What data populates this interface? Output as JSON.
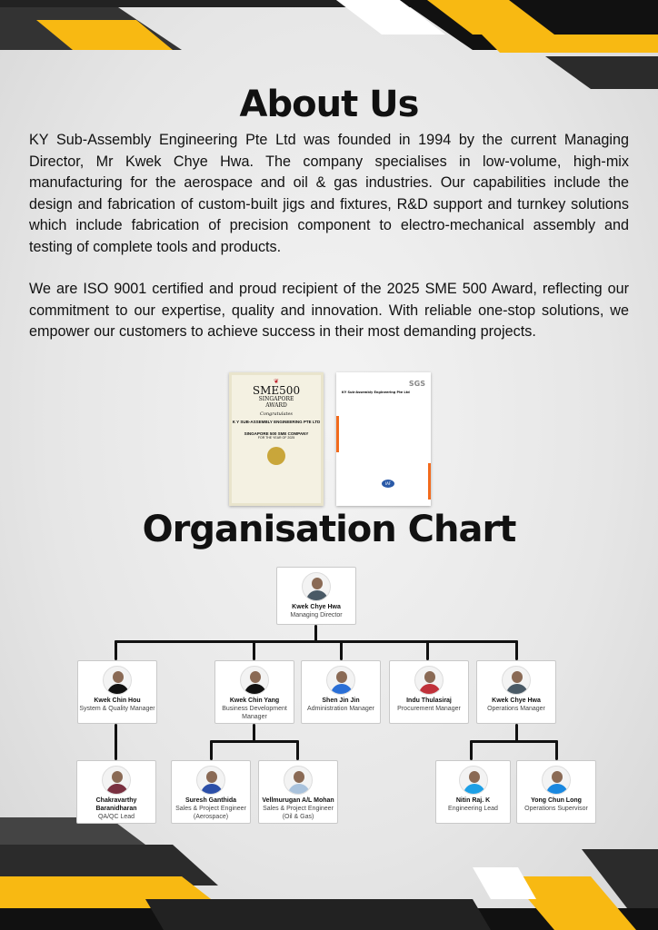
{
  "about": {
    "title": "About Us",
    "paragraphs": [
      "KY Sub-Assembly Engineering Pte Ltd was founded in 1994 by the current Managing Director, Mr Kwek Chye Hwa. The company specialises in low-volume, high-mix manufacturing for the aerospace and oil & gas industries. Our capabilities include the design and fabrication of custom-built jigs and fixtures, R&D support and turnkey solutions which include fabrication of precision component to electro-mechanical assembly and testing of complete tools and products.",
      "We are ISO 9001 certified and proud recipient of the 2025 SME 500 Award, reflecting our commitment to our expertise, quality and innovation. With reliable one-stop solutions, we empower our customers to achieve success in their most demanding  projects."
    ]
  },
  "certificates": {
    "sme": {
      "logo": "SME500",
      "sub1": "SINGAPORE",
      "sub2": "AWARD",
      "congrats": "Congratulates",
      "company": "K Y SUB-ASSEMBLY ENGINEERING PTE LTD",
      "award": "SINGAPORE 500 SME COMPANY",
      "year": "FOR THE YEAR OF 2025"
    },
    "iso": {
      "brand": "SGS",
      "company": "KY Sub-Assembly Engineering Pte Ltd",
      "accreditation": "IAF"
    }
  },
  "org": {
    "title": "Organisation Chart",
    "top": {
      "name": "Kwek Chye Hwa",
      "role": "Managing Director",
      "shirt": "#4a5a66"
    },
    "managers": [
      {
        "name": "Kwek Chin Hou",
        "role": "System & Quality Manager",
        "shirt": "#111"
      },
      {
        "name": "Kwek Chin Yang",
        "role": "Business Development Manager",
        "shirt": "#111"
      },
      {
        "name": "Shen Jin Jin",
        "role": "Administration Manager",
        "shirt": "#2a6fd6"
      },
      {
        "name": "Indu Thulasiraj",
        "role": "Procurement Manager",
        "shirt": "#c0313a"
      },
      {
        "name": "Kwek Chye Hwa",
        "role": "Operations Manager",
        "shirt": "#4a5a66"
      }
    ],
    "staff": [
      {
        "name": "Chakravarthy Baranidharan",
        "role": "QA/QC Lead",
        "shirt": "#7a3040"
      },
      {
        "name": "Suresh Ganthida",
        "role": "Sales & Project Engineer (Aerospace)",
        "shirt": "#2c4fa8"
      },
      {
        "name": "Vellmurugan A/L Mohan",
        "role": "Sales & Project Engineer (Oil & Gas)",
        "shirt": "#a9c2dc"
      },
      {
        "name": "Nitin Raj. K",
        "role": "Engineering Lead",
        "shirt": "#1ea0e6"
      },
      {
        "name": "Yong Chun Long",
        "role": "Operations Supervisor",
        "shirt": "#1a88e0"
      }
    ]
  },
  "colors": {
    "yellow": "#f8b912",
    "dark": "#2b2b2b",
    "black": "#111111"
  }
}
